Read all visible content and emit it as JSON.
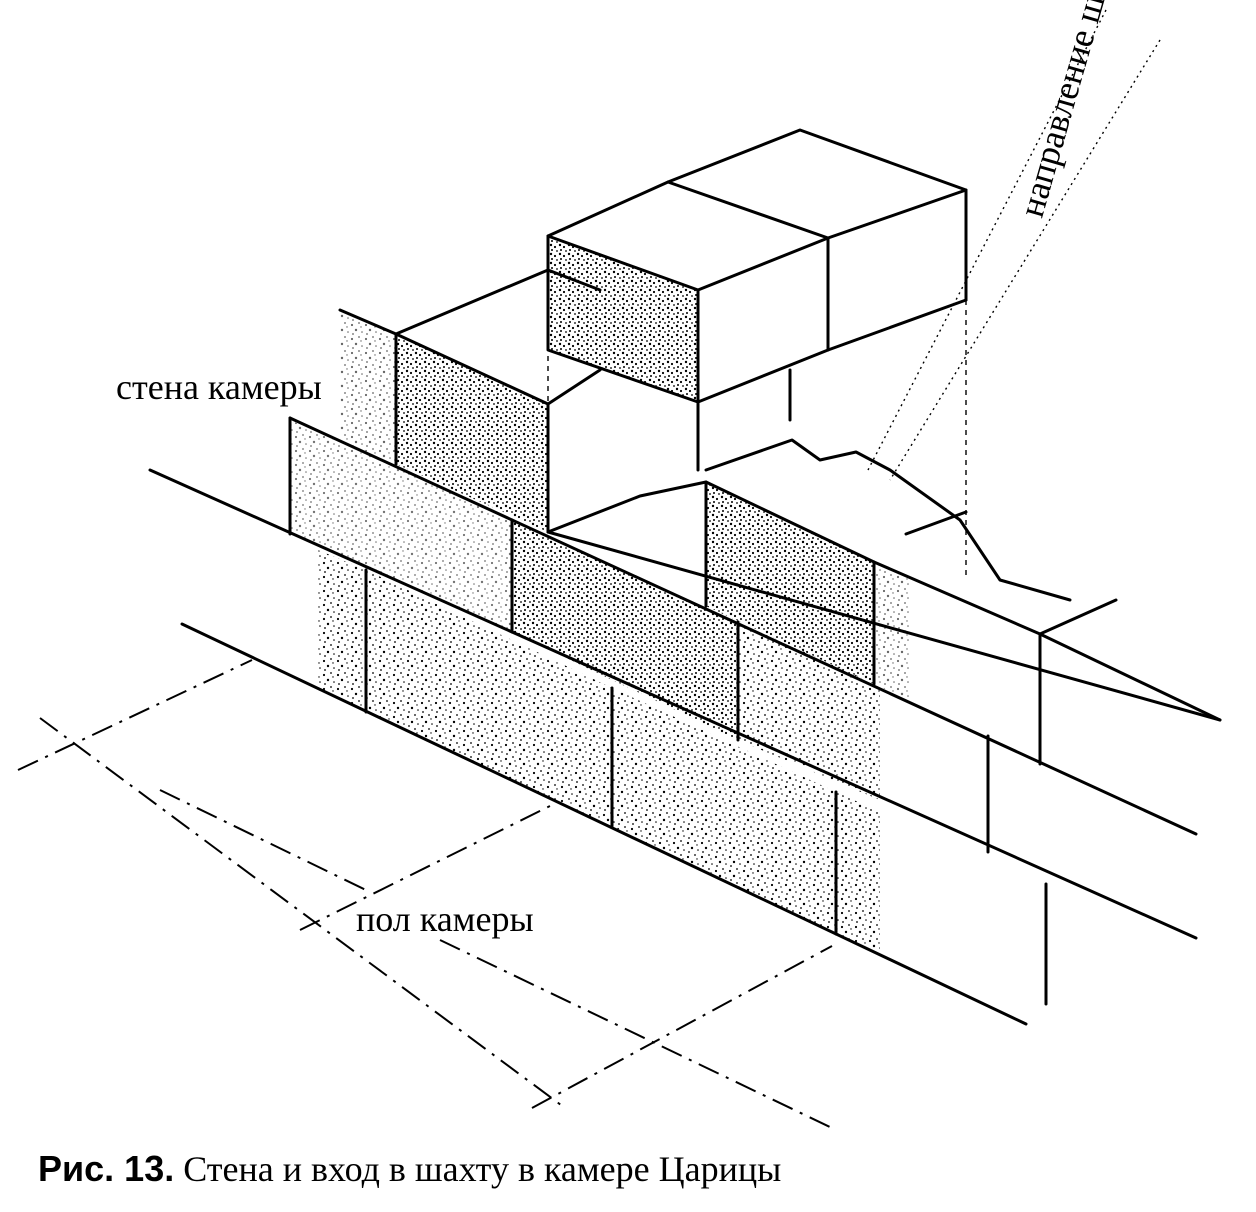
{
  "figure": {
    "labels": {
      "chamber_wall": "стена камеры",
      "chamber_floor": "пол камеры",
      "shaft_direction": "направление шахты"
    },
    "caption": {
      "number": "Рис. 13.",
      "text": "Стена и вход в шахту в камере Царицы"
    }
  }
}
